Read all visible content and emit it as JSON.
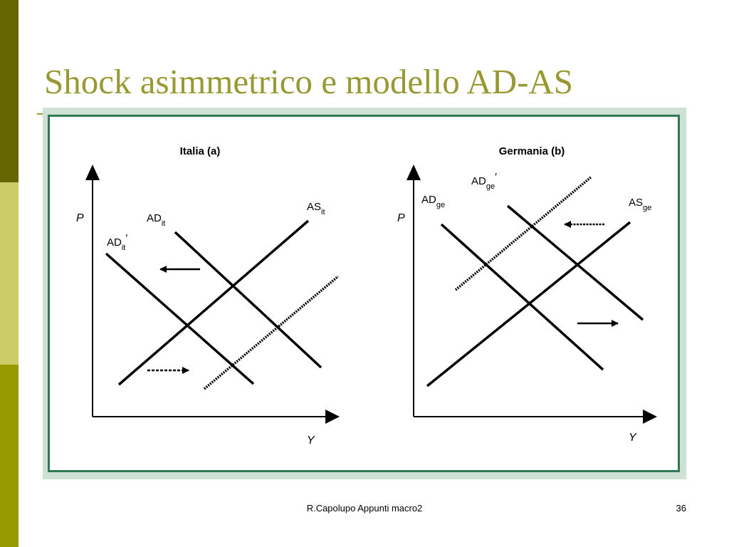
{
  "slide": {
    "title": "Shock asimmetrico e modello AD-AS",
    "footer": "R.Capolupo Appunti macro2",
    "page_number": "36"
  },
  "theme": {
    "sidebar_colors": [
      "#666600",
      "#cccc66",
      "#999900"
    ],
    "title_color": "#999933",
    "frame_color": "#2f7a52"
  },
  "panels": {
    "italy": {
      "title": "Italia (a)",
      "y_axis": "P",
      "x_axis": "Y",
      "ad_base": "AD",
      "ad_sub": "it",
      "ad_new_base": "AD",
      "ad_new_sub": "it",
      "prime": "′",
      "as_base": "AS",
      "as_sub": "it",
      "shift_ad": "left",
      "shift_as": "right"
    },
    "germany": {
      "title": "Germania (b)",
      "y_axis": "P",
      "x_axis": "Y",
      "ad_base": "AD",
      "ad_sub": "ge",
      "ad_new_base": "AD",
      "ad_new_sub": "ge",
      "prime": "′",
      "as_base": "AS",
      "as_sub": "ge",
      "shift_ad": "right",
      "shift_as": "left"
    }
  }
}
